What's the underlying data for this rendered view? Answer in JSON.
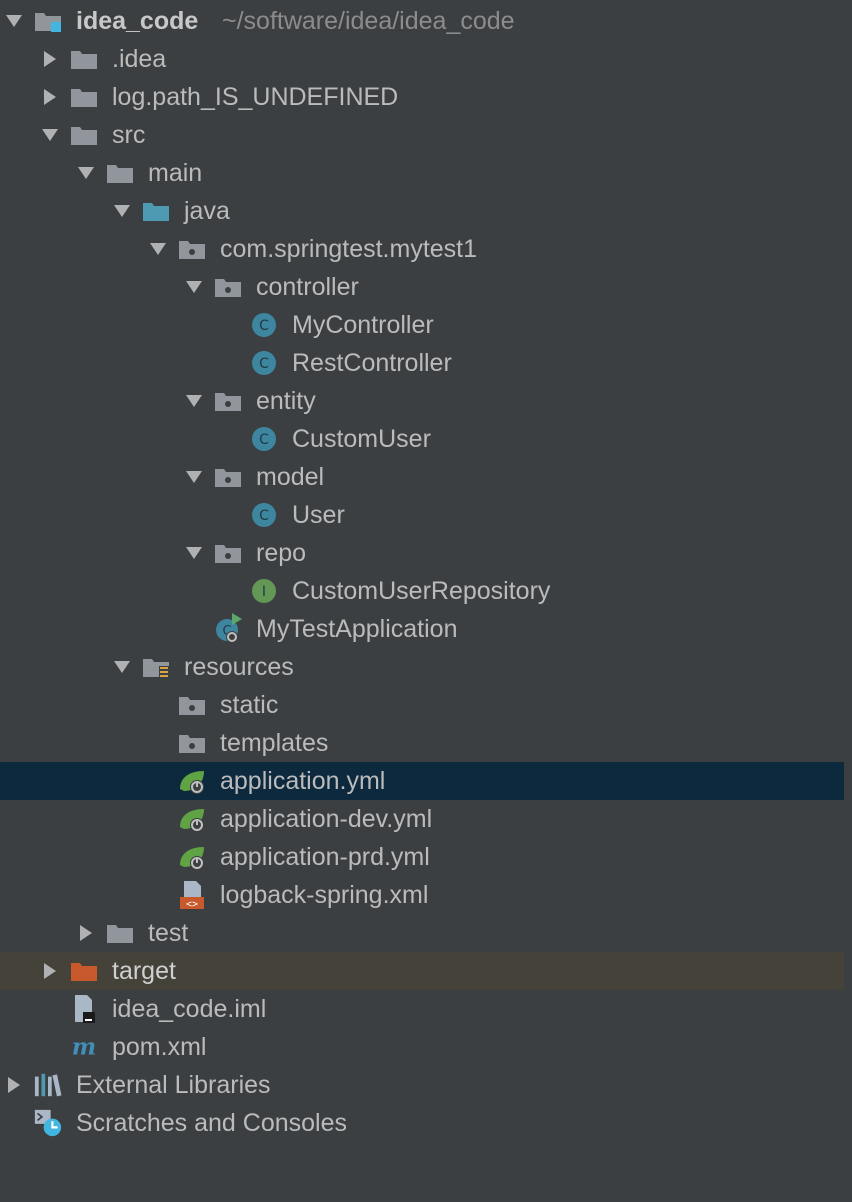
{
  "project_view": {
    "colors": {
      "background": "#3c3f41",
      "text": "#bbbbbb",
      "selection": "#0d293e",
      "excluded_row": "#45423a",
      "folder_gray": "#90969c",
      "source_folder_blue": "#4e9ab3",
      "excluded_folder_orange": "#c8592d",
      "class_icon_blue": "#3e86a0",
      "interface_icon_green": "#629755",
      "spring_leaf_green": "#5fa344"
    },
    "rows": [
      {
        "label": "idea_code",
        "path": "~/software/idea/idea_code",
        "icon": "module-folder-icon",
        "expanded": true
      },
      {
        "label": ".idea",
        "icon": "folder-icon",
        "expanded": false
      },
      {
        "label": "log.path_IS_UNDEFINED",
        "icon": "folder-icon",
        "expanded": false
      },
      {
        "label": "src",
        "icon": "folder-icon",
        "expanded": true
      },
      {
        "label": "main",
        "icon": "folder-icon",
        "expanded": true
      },
      {
        "label": "java",
        "icon": "source-folder-icon",
        "expanded": true
      },
      {
        "label": "com.springtest.mytest1",
        "icon": "package-icon",
        "expanded": true
      },
      {
        "label": "controller",
        "icon": "package-icon",
        "expanded": true
      },
      {
        "label": "MyController",
        "icon": "java-class-icon",
        "letter": "C"
      },
      {
        "label": "RestController",
        "icon": "java-class-icon",
        "letter": "C"
      },
      {
        "label": "entity",
        "icon": "package-icon",
        "expanded": true
      },
      {
        "label": "CustomUser",
        "icon": "java-class-icon",
        "letter": "C"
      },
      {
        "label": "model",
        "icon": "package-icon",
        "expanded": true
      },
      {
        "label": "User",
        "icon": "java-class-icon",
        "letter": "C"
      },
      {
        "label": "repo",
        "icon": "package-icon",
        "expanded": true
      },
      {
        "label": "CustomUserRepository",
        "icon": "java-interface-icon",
        "letter": "I"
      },
      {
        "label": "MyTestApplication",
        "icon": "spring-boot-app-icon"
      },
      {
        "label": "resources",
        "icon": "resources-folder-icon",
        "expanded": true
      },
      {
        "label": "static",
        "icon": "package-icon"
      },
      {
        "label": "templates",
        "icon": "package-icon"
      },
      {
        "label": "application.yml",
        "icon": "spring-config-icon",
        "selected": true
      },
      {
        "label": "application-dev.yml",
        "icon": "spring-config-icon"
      },
      {
        "label": "application-prd.yml",
        "icon": "spring-config-icon"
      },
      {
        "label": "logback-spring.xml",
        "icon": "xml-file-icon"
      },
      {
        "label": "test",
        "icon": "folder-icon",
        "expanded": false
      },
      {
        "label": "target",
        "icon": "excluded-folder-icon",
        "expanded": false,
        "excluded": true
      },
      {
        "label": "idea_code.iml",
        "icon": "iml-file-icon"
      },
      {
        "label": "pom.xml",
        "icon": "maven-icon"
      },
      {
        "label": "External Libraries",
        "icon": "libraries-icon",
        "expanded": false
      },
      {
        "label": "Scratches and Consoles",
        "icon": "scratches-icon"
      }
    ]
  }
}
